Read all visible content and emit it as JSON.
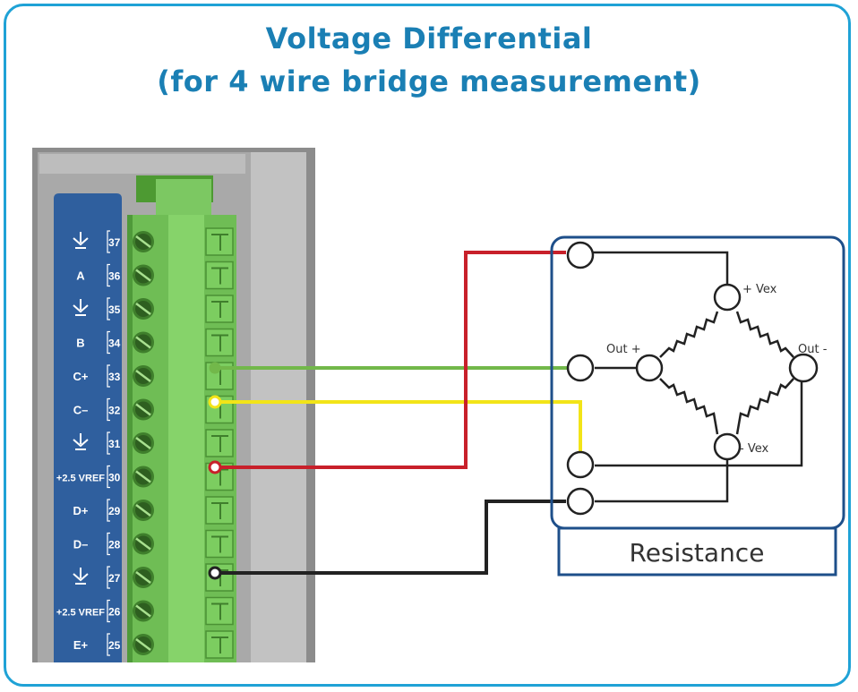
{
  "title": {
    "line1": "Voltage Differential",
    "line2": "(for 4 wire bridge measurement)"
  },
  "terminal_block": {
    "rows": [
      {
        "label": "",
        "icon": "ground-icon",
        "number": "37"
      },
      {
        "label": "A",
        "icon": "",
        "number": "36"
      },
      {
        "label": "",
        "icon": "ground-icon",
        "number": "35"
      },
      {
        "label": "B",
        "icon": "",
        "number": "34"
      },
      {
        "label": "C+",
        "icon": "",
        "number": "33"
      },
      {
        "label": "C–",
        "icon": "",
        "number": "32"
      },
      {
        "label": "",
        "icon": "ground-icon",
        "number": "31"
      },
      {
        "label": "+2.5 VREF",
        "icon": "",
        "number": "30"
      },
      {
        "label": "D+",
        "icon": "",
        "number": "29"
      },
      {
        "label": "D–",
        "icon": "",
        "number": "28"
      },
      {
        "label": "",
        "icon": "ground-icon",
        "number": "27"
      },
      {
        "label": "+2.5 VREF",
        "icon": "",
        "number": "26"
      },
      {
        "label": "E+",
        "icon": "",
        "number": "25"
      }
    ]
  },
  "bridge": {
    "vex_plus": "+ Vex",
    "vex_minus": "- Vex",
    "out_plus": "Out +",
    "out_minus": "Out -",
    "box_label": "Resistance"
  },
  "colors": {
    "frame": "#1fa2d6",
    "title": "#1a7fb4",
    "panel_label": "#2f5f9e",
    "connector": "#7cc862",
    "wire_green": "#72b84a",
    "wire_yellow": "#f2e418",
    "wire_red": "#c8202a",
    "wire_black": "#222222",
    "box_border": "#1e4f8a"
  }
}
